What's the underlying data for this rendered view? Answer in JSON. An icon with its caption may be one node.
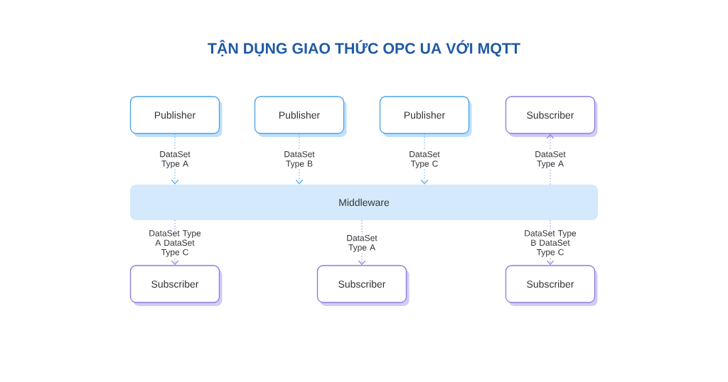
{
  "diagram": {
    "title": "TẬN DỤNG GIAO THỨC OPC UA VỚI MQTT",
    "nodes": [
      {
        "text": [
          "Publisher"
        ]
      },
      {
        "text": [
          "Publisher"
        ]
      },
      {
        "text": [
          "Publisher"
        ]
      },
      {
        "text": [
          "Subscriber"
        ]
      },
      {
        "text": [
          "Middleware"
        ]
      },
      {
        "text": [
          "Subscriber"
        ]
      },
      {
        "text": [
          "Subscriber"
        ]
      },
      {
        "text": [
          "Subscriber"
        ]
      }
    ],
    "edges": [
      {
        "from": 0,
        "to": 4,
        "arrow": "to",
        "label": "DataSet Type A",
        "color": "#4da3e8"
      },
      {
        "from": 1,
        "to": 4,
        "arrow": "to",
        "label": "DataSet Type B",
        "color": "#4da3e8"
      },
      {
        "from": 2,
        "to": 4,
        "arrow": "to",
        "label": "DataSet Type C",
        "color": "#4da3e8"
      },
      {
        "from": 4,
        "to": 3,
        "arrow": "to",
        "label": "DataSet Type A",
        "color": "#8a7be0"
      },
      {
        "from": 4,
        "to": 5,
        "arrow": "to",
        "label": "DataSet Type A DataSet Type C",
        "color": "#8a7be0"
      },
      {
        "from": 4,
        "to": 6,
        "arrow": "to",
        "label": "DataSet Type A",
        "color": "#8a7be0"
      },
      {
        "from": 4,
        "to": 7,
        "arrow": "to",
        "label": "DataSet Type B DataSet Type C",
        "color": "#8a7be0"
      }
    ]
  }
}
